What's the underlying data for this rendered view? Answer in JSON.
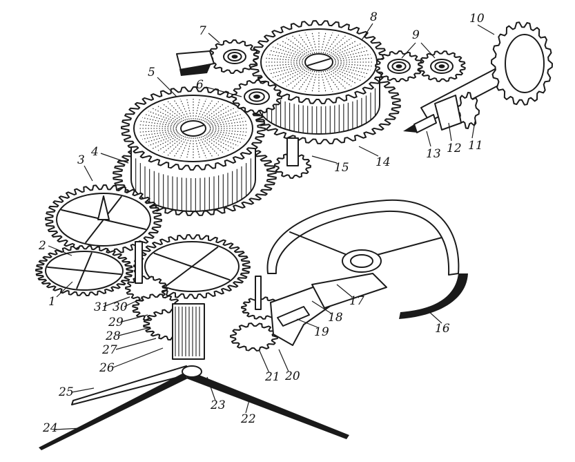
{
  "figure": {
    "ink_color": "#1a1a1a",
    "paper_color": "#ffffff",
    "labels": [
      "1",
      "2",
      "3",
      "4",
      "5",
      "6",
      "7",
      "8",
      "9",
      "10",
      "11",
      "12",
      "13",
      "14",
      "15",
      "16",
      "17",
      "18",
      "19",
      "20",
      "21",
      "22",
      "23",
      "24",
      "25",
      "26",
      "27",
      "28",
      "29",
      "30",
      "31"
    ],
    "components": {
      "barrel_upper": "mainspring-barrel-large",
      "barrel_lower": "mainspring-barrel",
      "balance": "balance-wheel",
      "crown": "winding-crown",
      "hands": [
        "minute-hand",
        "hour-hand",
        "seconds-hand"
      ]
    }
  }
}
